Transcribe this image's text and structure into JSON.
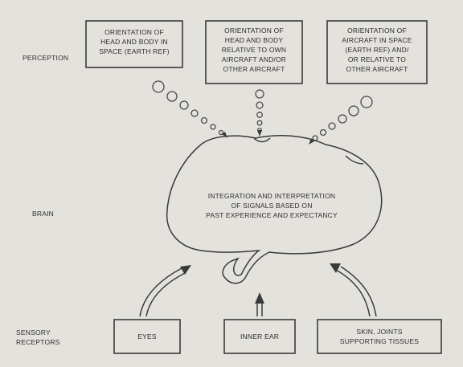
{
  "row_labels": {
    "perception": "PERCEPTION",
    "brain": "BRAIN",
    "sensory": [
      "SENSORY",
      "RECEPTORS"
    ]
  },
  "perception_boxes": [
    [
      "ORIENTATION OF",
      "HEAD AND BODY IN",
      "SPACE (EARTH REF)"
    ],
    [
      "ORIENTATION OF",
      "HEAD AND BODY",
      "RELATIVE TO OWN",
      "AIRCRAFT AND/OR",
      "OTHER AIRCRAFT"
    ],
    [
      "ORIENTATION OF",
      "AIRCRAFT IN SPACE",
      "(EARTH REF) AND/",
      "OR RELATIVE TO",
      "OTHER AIRCRAFT"
    ]
  ],
  "brain_text": [
    "INTEGRATION AND INTERPRETATION",
    "OF SIGNALS BASED ON",
    "PAST EXPERIENCE AND EXPECTANCY"
  ],
  "receptor_boxes": [
    [
      "EYES"
    ],
    [
      "INNER EAR"
    ],
    [
      "SKIN, JOINTS",
      "SUPPORTING TISSUES"
    ]
  ]
}
